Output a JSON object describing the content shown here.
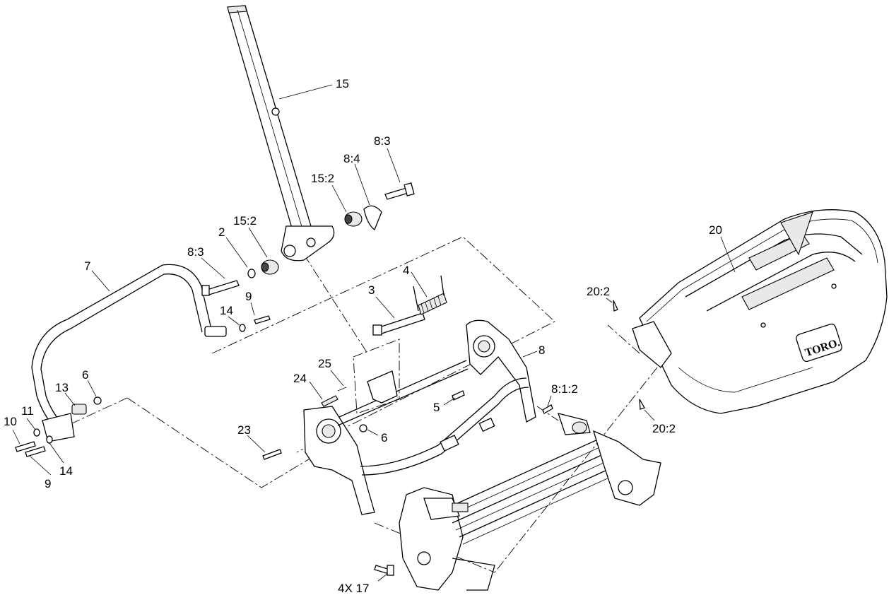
{
  "callouts": {
    "c15": "15",
    "c8_3_top": "8:3",
    "c8_4": "8:4",
    "c15_2_right": "15:2",
    "c15_2_left": "15:2",
    "c2": "2",
    "c8_3_left": "8:3",
    "c7": "7",
    "c4": "4",
    "c3": "3",
    "c9_top": "9",
    "c14_top": "14",
    "c20": "20",
    "c20_2_top": "20:2",
    "c20_2_bottom": "20:2",
    "c8": "8",
    "c25": "25",
    "c24": "24",
    "c8_1_2": "8:1:2",
    "c5": "5",
    "c13": "13",
    "c6_left": "6",
    "c11": "11",
    "c10": "10",
    "c23": "23",
    "c6_mid": "6",
    "c9_bottom": "9",
    "c14_bottom": "14",
    "c4x17": "4X 17"
  },
  "logo_text": "TORO."
}
